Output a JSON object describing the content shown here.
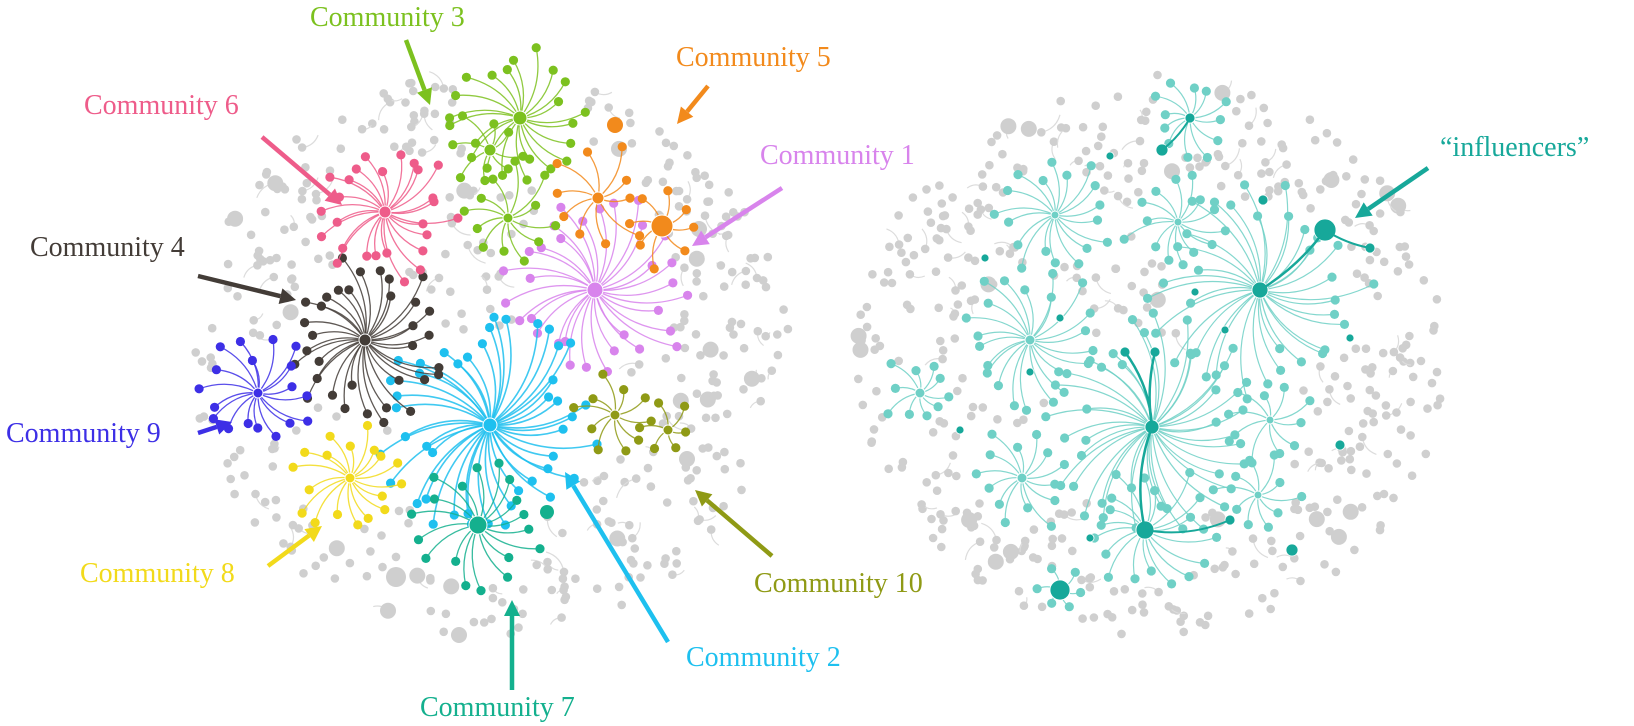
{
  "colors": {
    "gray_node": "#cfcfcf",
    "gray_edge": "#dcdcdc",
    "influencer": "#17a89a",
    "influencer_light": "#6fd0c6"
  },
  "communities": [
    {
      "id": "c1",
      "label": "Community  1",
      "color": "#d884ec"
    },
    {
      "id": "c2",
      "label": "Community  2",
      "color": "#1ec0ef"
    },
    {
      "id": "c3",
      "label": "Community  3",
      "color": "#7cc11f"
    },
    {
      "id": "c4",
      "label": "Community  4",
      "color": "#433c37"
    },
    {
      "id": "c5",
      "label": "Community  5",
      "color": "#f28a1c"
    },
    {
      "id": "c6",
      "label": "Community  6",
      "color": "#ee5c8a"
    },
    {
      "id": "c7",
      "label": "Community  7",
      "color": "#14b08e"
    },
    {
      "id": "c8",
      "label": "Community  8",
      "color": "#f2da1b"
    },
    {
      "id": "c9",
      "label": "Community  9",
      "color": "#3d2fe6"
    },
    {
      "id": "c10",
      "label": "Community  10",
      "color": "#8f9a15"
    }
  ],
  "influencers_label": "“influencers”"
}
